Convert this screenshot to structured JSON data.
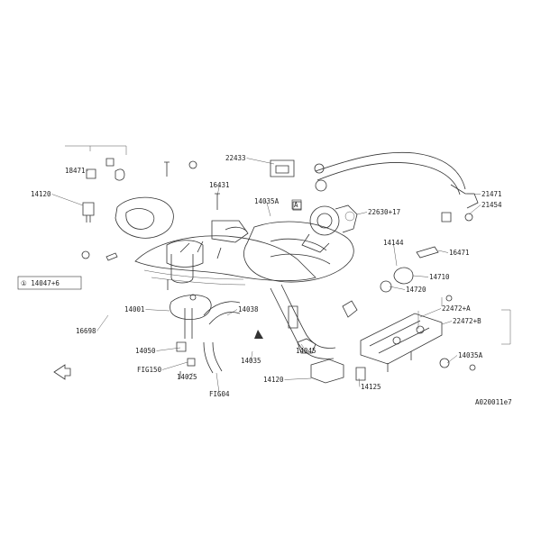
{
  "diagram": {
    "reference_code": "A020011e7",
    "legend_box_text": "① 14047+6",
    "view_marker_letter": "A",
    "labels": [
      {
        "id": "l1",
        "text": "18471"
      },
      {
        "id": "l2",
        "text": "14120"
      },
      {
        "id": "l3",
        "text": "22433"
      },
      {
        "id": "l4",
        "text": "16431"
      },
      {
        "id": "l5",
        "text": "14035A"
      },
      {
        "id": "l6",
        "text": "22630+17"
      },
      {
        "id": "l7",
        "text": "21471"
      },
      {
        "id": "l8",
        "text": "21454"
      },
      {
        "id": "l9",
        "text": "14144"
      },
      {
        "id": "l10",
        "text": "16471"
      },
      {
        "id": "l11",
        "text": "14710"
      },
      {
        "id": "l12",
        "text": "14720"
      },
      {
        "id": "l13",
        "text": "22472+A"
      },
      {
        "id": "l14",
        "text": "22472+B"
      },
      {
        "id": "l15",
        "text": "14035A"
      },
      {
        "id": "l16",
        "text": "14001"
      },
      {
        "id": "l17",
        "text": "14038"
      },
      {
        "id": "l18",
        "text": "16698"
      },
      {
        "id": "l19",
        "text": "14050"
      },
      {
        "id": "l20",
        "text": "FIG150"
      },
      {
        "id": "l21",
        "text": "14025"
      },
      {
        "id": "l22",
        "text": "FIG04"
      },
      {
        "id": "l23",
        "text": "14035"
      },
      {
        "id": "l24",
        "text": "14120"
      },
      {
        "id": "l25",
        "text": "14125"
      },
      {
        "id": "l26",
        "text": "14045"
      }
    ]
  }
}
